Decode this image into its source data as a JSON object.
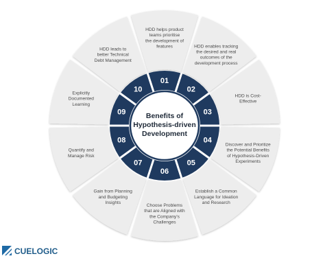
{
  "center": {
    "title_lines": [
      "Benefits of",
      "Hypothesis-driven",
      "Development"
    ]
  },
  "segments": [
    {
      "num": "01",
      "lines": [
        "HDD helps product",
        "teams prioritise",
        "the development of",
        "features"
      ]
    },
    {
      "num": "02",
      "lines": [
        "HDD enables tracking",
        "the desired and real",
        "outcomes of the",
        "development process"
      ]
    },
    {
      "num": "03",
      "lines": [
        "HDD is Cost-",
        "Effective"
      ]
    },
    {
      "num": "04",
      "lines": [
        "Discover and Prioritize",
        "the Potential Benefits",
        "of Hypothesis-Driven",
        "Experiments"
      ]
    },
    {
      "num": "05",
      "lines": [
        "Establish a Common",
        "Language for Ideation",
        "and Research"
      ]
    },
    {
      "num": "06",
      "lines": [
        "Choose Problems",
        "that are Aligned with",
        "the Company's",
        "Challenges"
      ]
    },
    {
      "num": "07",
      "lines": [
        "Gain from Planning",
        "and Budgeting",
        "Insights"
      ]
    },
    {
      "num": "08",
      "lines": [
        "Quantify and",
        "Manage Risk"
      ]
    },
    {
      "num": "09",
      "lines": [
        "Explicitly",
        "Documented",
        "Learning"
      ]
    },
    {
      "num": "10",
      "lines": [
        "HDD leads to",
        "better Technical",
        "Debt Management"
      ]
    }
  ],
  "logo": {
    "text": "CUELOGIC"
  },
  "colors": {
    "ring": "#1f3a5f",
    "segment": "#ededed",
    "center_fill": "#ffffff",
    "logo_blue": "#1f6aa5"
  }
}
